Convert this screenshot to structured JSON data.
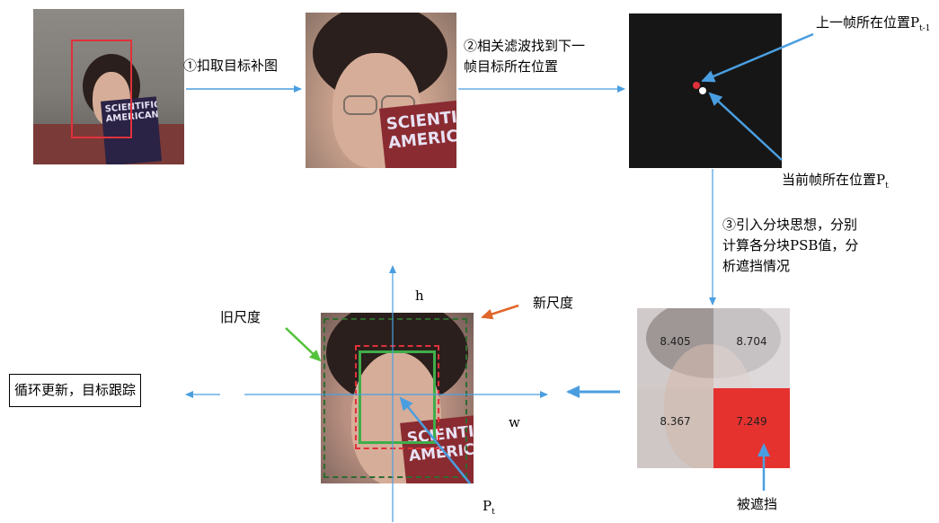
{
  "steps": {
    "step1": "①扣取目标补图",
    "step2_line1": "②相关滤波找到下一",
    "step2_line2": "帧目标所在位置",
    "step3_line1": "③引入分块思想，分别",
    "step3_line2": "计算各分块PSB值，分",
    "step3_line3": "析遮挡情况"
  },
  "response": {
    "prev_label": "上一帧所在位置P",
    "prev_sub": "t-1",
    "curr_label": "当前帧所在位置P",
    "curr_sub": "t"
  },
  "blocks": {
    "values": [
      "8.405",
      "8.704",
      "8.367",
      "7.249"
    ],
    "occluded_label": "被遮挡"
  },
  "scale": {
    "h_label": "h",
    "w_label": "w",
    "new_scale": "新尺度",
    "old_scale": "旧尺度",
    "pt_label": "P",
    "pt_sub": "t"
  },
  "loop_box": "循环更新，目标跟踪",
  "book_text": {
    "line1": "SCIENTIFIC",
    "line2": "AMERICAN",
    "line1_crop": "SCIENTI",
    "line2_crop": "AMERIC"
  },
  "colors": {
    "arrow_blue": "#4a9ee0",
    "arrow_orange": "#e0662a",
    "arrow_green": "#52c23a",
    "box_red": "#e0313a",
    "box_green": "#3fae4a",
    "occluded_red": "#e5322f"
  }
}
